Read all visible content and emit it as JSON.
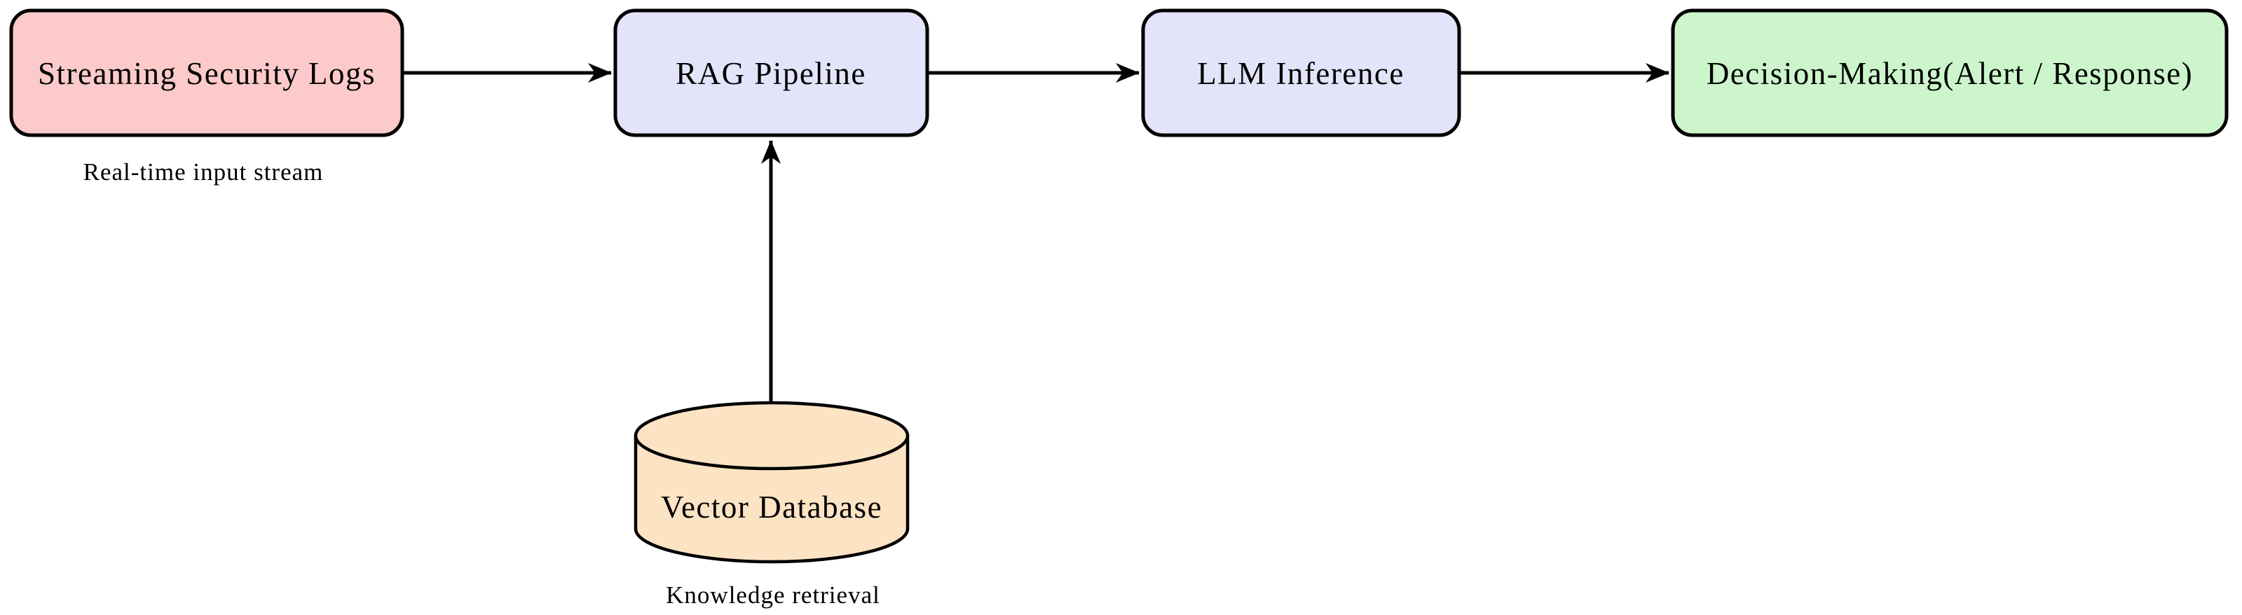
{
  "diagram": {
    "description": "Flow diagram: streaming security logs feed a RAG pipeline (backed by a vector database) into LLM inference for decision-making",
    "background": "#ffffff"
  },
  "colors": {
    "border": "#000000",
    "arrow": "#000000",
    "text": "#000000",
    "input_fill": "#fccaca",
    "process_fill": "#e3e3fa",
    "output_fill": "#ccf5cc",
    "database_fill": "#fce3c4"
  },
  "nodes": {
    "streaming_logs": {
      "label": "Streaming Security Logs",
      "sublabel": "Real-time input stream",
      "fill": "#fccaca",
      "shape": "rounded-rectangle"
    },
    "rag_pipeline": {
      "label": "RAG Pipeline",
      "fill": "#e3e3fa",
      "shape": "rounded-rectangle"
    },
    "llm_inference": {
      "label": "LLM Inference",
      "fill": "#e3e3fa",
      "shape": "rounded-rectangle"
    },
    "decision_making": {
      "label": "Decision-Making(Alert / Response)",
      "fill": "#ccf5cc",
      "shape": "rounded-rectangle"
    },
    "vector_database": {
      "label": "Vector Database",
      "sublabel": "Knowledge retrieval",
      "fill": "#fce3c4",
      "shape": "cylinder"
    }
  },
  "edges": [
    {
      "from": "streaming_logs",
      "to": "rag_pipeline",
      "direction": "right"
    },
    {
      "from": "rag_pipeline",
      "to": "llm_inference",
      "direction": "right"
    },
    {
      "from": "llm_inference",
      "to": "decision_making",
      "direction": "right"
    },
    {
      "from": "vector_database",
      "to": "rag_pipeline",
      "direction": "up"
    }
  ]
}
